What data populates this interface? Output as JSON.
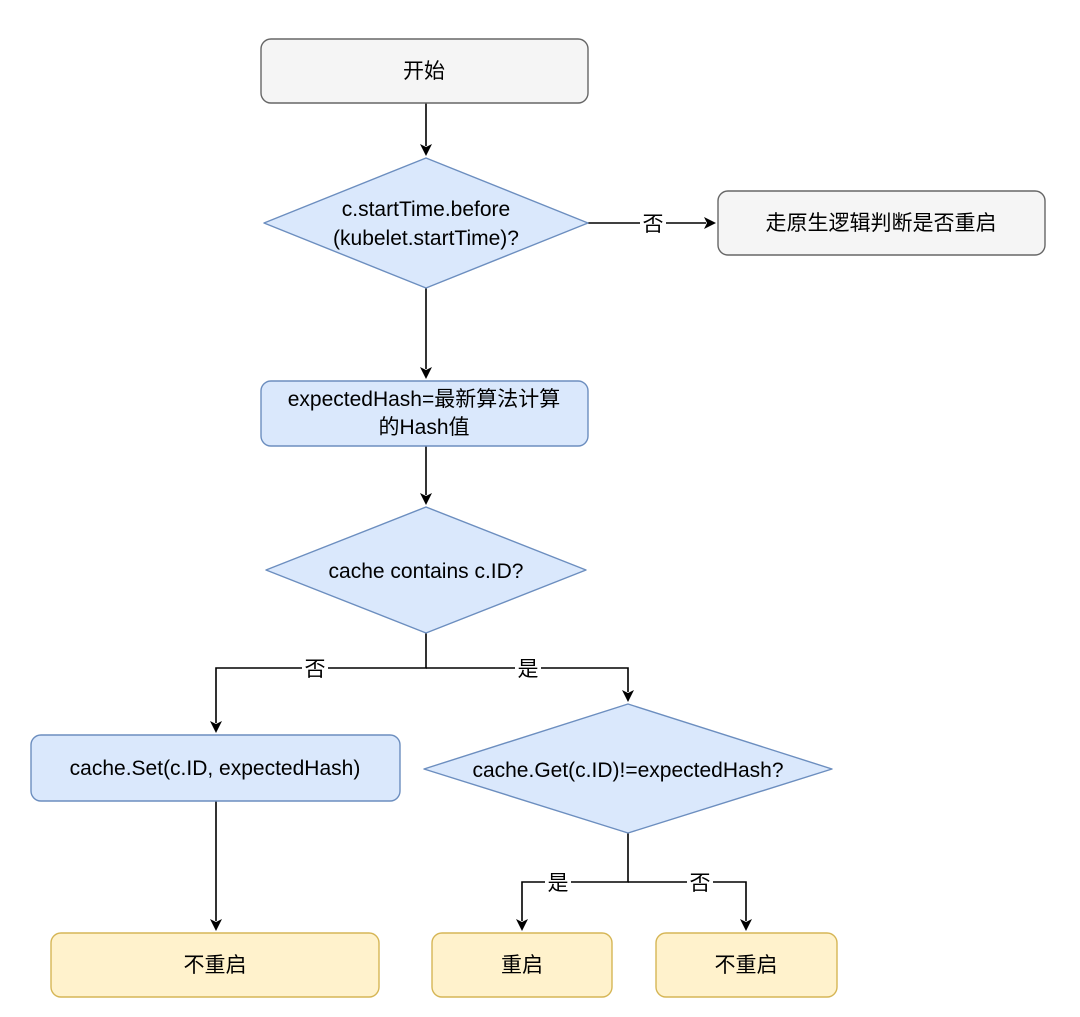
{
  "colors": {
    "terminal_fill": "#f5f5f5",
    "terminal_stroke": "#666666",
    "process_fill": "#dae8fc",
    "process_stroke": "#6c8ebf",
    "result_fill": "#fff2cc",
    "result_stroke": "#d6b656",
    "edge": "#000000"
  },
  "nodes": {
    "start": {
      "lines": [
        "开始"
      ]
    },
    "check_start_time": {
      "lines": [
        "c.startTime.before",
        "(kubelet.startTime)?"
      ]
    },
    "native_logic": {
      "lines": [
        "走原生逻辑判断是否重启"
      ]
    },
    "expected_hash": {
      "lines": [
        "expectedHash=最新算法计算",
        "的Hash值"
      ]
    },
    "cache_contains": {
      "lines": [
        "cache contains c.ID?"
      ]
    },
    "cache_set": {
      "lines": [
        "cache.Set(c.ID, expectedHash)"
      ]
    },
    "hash_compare": {
      "lines": [
        "cache.Get(c.ID)!=expectedHash?"
      ]
    },
    "no_restart_left": {
      "lines": [
        "不重启"
      ]
    },
    "restart": {
      "lines": [
        "重启"
      ]
    },
    "no_restart_right": {
      "lines": [
        "不重启"
      ]
    }
  },
  "edges": {
    "start_to_check": {
      "label": ""
    },
    "check_no": {
      "label": "否"
    },
    "check_yes": {
      "label": ""
    },
    "hash_to_cache": {
      "label": ""
    },
    "contains_no": {
      "label": "否"
    },
    "contains_yes": {
      "label": "是"
    },
    "set_to_no_restart": {
      "label": ""
    },
    "compare_yes": {
      "label": "是"
    },
    "compare_no": {
      "label": "否"
    }
  }
}
